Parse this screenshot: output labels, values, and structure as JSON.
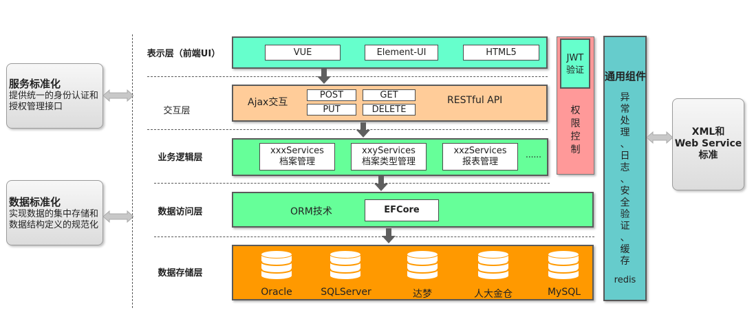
{
  "left": {
    "service": {
      "title": "服务标准化",
      "desc": [
        "提供统一的身份认证和",
        "授权管理接口"
      ]
    },
    "data": {
      "title": "数据标准化",
      "desc": [
        "实现数据的集中存储和",
        "数据结构定义的规范化"
      ]
    }
  },
  "layers": {
    "presentation": {
      "label": "表示层（前端UI）",
      "items": [
        "VUE",
        "Element-UI",
        "HTML5"
      ]
    },
    "interaction": {
      "label": "交互层",
      "ajax": "Ajax交互",
      "methods": [
        "POST",
        "GET",
        "PUT",
        "DELETE"
      ],
      "rest": "RESTful API"
    },
    "business": {
      "label": "业务逻辑层",
      "services": [
        {
          "name": "xxxServices",
          "desc": "档案管理"
        },
        {
          "name": "xxyServices",
          "desc": "档案类型管理"
        },
        {
          "name": "xxzServices",
          "desc": "报表管理"
        }
      ],
      "more": "......"
    },
    "access": {
      "label": "数据访问层",
      "orm": "ORM技术",
      "efcore": "EFCore"
    },
    "storage": {
      "label": "数据存储层",
      "databases": [
        "Oracle",
        "SQLServer",
        "达梦",
        "人大金仓",
        "MySQL"
      ]
    }
  },
  "auth": {
    "jwt": [
      "JWT",
      "验证"
    ],
    "permission": [
      "权",
      "限",
      "控",
      "制"
    ]
  },
  "common": {
    "title": "通用组件",
    "items": [
      "异",
      "常",
      "处",
      "理",
      "、",
      "日",
      "志",
      "、",
      "安",
      "全",
      "验",
      "证",
      "、",
      "缓",
      "存"
    ],
    "redis": "redis"
  },
  "right": {
    "title": [
      "XML和",
      "Web Service",
      "标准"
    ]
  },
  "colors": {
    "mint": "#66ffcc",
    "green": "#66ff99",
    "peach": "#ffcc99",
    "orange": "#ff9900",
    "pink": "#ff9999",
    "teal": "#66cccc",
    "arrow": "#5f5f5f"
  }
}
